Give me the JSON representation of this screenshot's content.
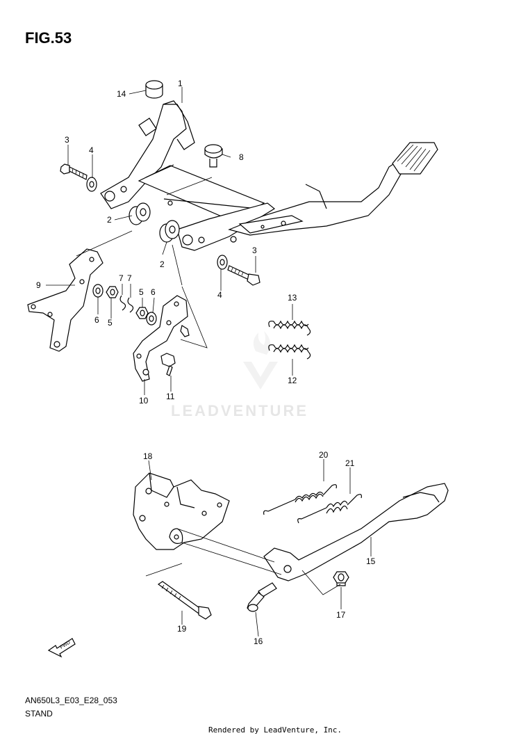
{
  "figure": {
    "title": "FIG.53",
    "code": "AN650L3_E03_E28_053",
    "caption": "STAND",
    "rendered_by": "Rendered by LeadVenture, Inc.",
    "watermark": "LEADVENTURE"
  },
  "callouts": {
    "c1": "1",
    "c2a": "2",
    "c2b": "2",
    "c3a": "3",
    "c3b": "3",
    "c4a": "4",
    "c4b": "4",
    "c5a": "5",
    "c5b": "5",
    "c6a": "6",
    "c6b": "6",
    "c7a": "7",
    "c7b": "7",
    "c8": "8",
    "c9": "9",
    "c10": "10",
    "c11": "11",
    "c12": "12",
    "c13": "13",
    "c14": "14",
    "c15": "15",
    "c16": "16",
    "c17": "17",
    "c18": "18",
    "c19": "19",
    "c20": "20",
    "c21": "21"
  },
  "icons": {
    "fwd_arrow": "fwd-arrow-icon",
    "fwd_label": "FWD"
  }
}
